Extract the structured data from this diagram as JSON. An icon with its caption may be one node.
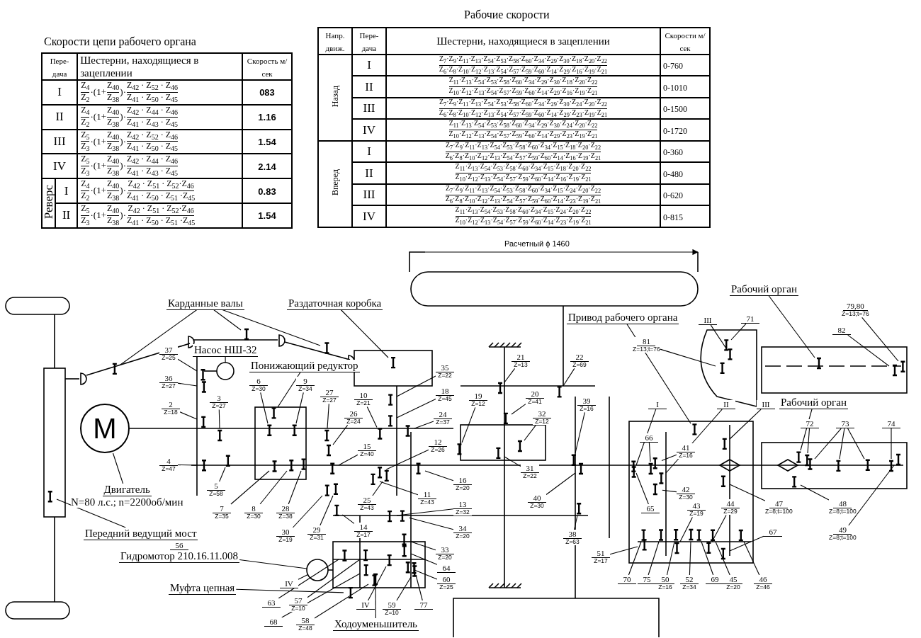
{
  "diagram": {
    "nodes": [
      {
        "text": [
          "Карданные валы"
        ]
      },
      {
        "text": [
          "Раздаточная коробка"
        ]
      },
      {
        "text": [
          "Насос НШ-32"
        ]
      },
      {
        "text": [
          "Понижающий редуктор"
        ]
      },
      {
        "text": [
          "M"
        ]
      },
      {
        "text": [
          "Двигатель",
          "N=80 л.с.; n=2200об/мин"
        ]
      },
      {
        "text": [
          "Передний ведущий мост"
        ]
      },
      {
        "text": [
          "56",
          "Гидромотор 210.16.11.008"
        ]
      },
      {
        "text": [
          "Муфта цепная"
        ]
      },
      {
        "text": [
          "Ходоуменьшитель"
        ]
      },
      {
        "text": [
          "Привод рабочего органа"
        ]
      },
      {
        "text": [
          "Рабочий орган"
        ]
      },
      {
        "text": [
          "Рабочий орган"
        ]
      },
      {
        "text": [
          "37",
          "Z=25"
        ]
      },
      {
        "text": [
          "36",
          "Z=27"
        ]
      },
      {
        "text": [
          "2",
          "Z=18"
        ]
      },
      {
        "text": [
          "3",
          "Z=27"
        ]
      },
      {
        "text": [
          "6",
          "Z=30"
        ]
      },
      {
        "text": [
          "9",
          "Z=34"
        ]
      },
      {
        "text": [
          "27",
          "Z=27"
        ]
      },
      {
        "text": [
          "10",
          "Z=21"
        ]
      },
      {
        "text": [
          "35",
          "Z=22"
        ]
      },
      {
        "text": [
          "18",
          "Z=45"
        ]
      },
      {
        "text": [
          "24",
          "Z=37"
        ]
      },
      {
        "text": [
          "26",
          "Z=24"
        ]
      },
      {
        "text": [
          "15",
          "Z=40"
        ]
      },
      {
        "text": [
          "12",
          "Z=26"
        ]
      },
      {
        "text": [
          "19",
          "Z=12"
        ]
      },
      {
        "text": [
          "21",
          "Z=13"
        ]
      },
      {
        "text": [
          "20",
          "Z=41"
        ]
      },
      {
        "text": [
          "22",
          "Z=69"
        ]
      },
      {
        "text": [
          "32",
          "Z=12"
        ]
      },
      {
        "text": [
          "31",
          "Z=22"
        ]
      },
      {
        "text": [
          "39",
          "Z=16"
        ]
      },
      {
        "text": [
          "4",
          "Z=47"
        ]
      },
      {
        "text": [
          "5",
          "Z=58"
        ]
      },
      {
        "text": [
          "16",
          "Z=20"
        ]
      },
      {
        "text": [
          "11",
          "Z=43"
        ]
      },
      {
        "text": [
          "25",
          "Z=43"
        ]
      },
      {
        "text": [
          "40",
          "Z=30"
        ]
      },
      {
        "text": [
          "7",
          "Z=35"
        ]
      },
      {
        "text": [
          "8",
          "Z=30"
        ]
      },
      {
        "text": [
          "28",
          "Z=38"
        ]
      },
      {
        "text": [
          "13",
          "Z=32"
        ]
      },
      {
        "text": [
          "30",
          "Z=19"
        ]
      },
      {
        "text": [
          "29",
          "Z=31"
        ]
      },
      {
        "text": [
          "14",
          "Z=17"
        ]
      },
      {
        "text": [
          "34",
          "Z=20"
        ]
      },
      {
        "text": [
          "38",
          "Z=63"
        ]
      },
      {
        "text": [
          "33",
          "Z=20"
        ]
      },
      {
        "text": [
          "64"
        ]
      },
      {
        "text": [
          "60",
          "Z=25"
        ]
      },
      {
        "text": [
          "51",
          "Z=17"
        ]
      },
      {
        "text": [
          "I"
        ]
      },
      {
        "text": [
          "II"
        ]
      },
      {
        "text": [
          "III"
        ]
      },
      {
        "text": [
          "66"
        ]
      },
      {
        "text": [
          "41",
          "Z=16"
        ]
      },
      {
        "text": [
          "42",
          "Z=30"
        ]
      },
      {
        "text": [
          "65"
        ]
      },
      {
        "text": [
          "43",
          "Z=19"
        ]
      },
      {
        "text": [
          "44",
          "Z=29"
        ]
      },
      {
        "text": [
          "67"
        ]
      },
      {
        "text": [
          "70"
        ]
      },
      {
        "text": [
          "75"
        ]
      },
      {
        "text": [
          "50",
          "Z=16"
        ]
      },
      {
        "text": [
          "52",
          "Z=34"
        ]
      },
      {
        "text": [
          "69"
        ]
      },
      {
        "text": [
          "45",
          "Z=20"
        ]
      },
      {
        "text": [
          "46",
          "Z=46"
        ]
      },
      {
        "text": [
          "47",
          "Z=8;t=100"
        ]
      },
      {
        "text": [
          "48",
          "Z=8;t=100"
        ]
      },
      {
        "text": [
          "49",
          "Z=8;t=100"
        ]
      },
      {
        "text": [
          "72"
        ]
      },
      {
        "text": [
          "73"
        ]
      },
      {
        "text": [
          "74"
        ]
      },
      {
        "text": [
          "III"
        ]
      },
      {
        "text": [
          "71"
        ]
      },
      {
        "text": [
          "81",
          "Z=13;t=76"
        ]
      },
      {
        "text": [
          "82"
        ]
      },
      {
        "text": [
          "79,80",
          "Z=13;t=76"
        ]
      },
      {
        "text": [
          "IV"
        ]
      },
      {
        "text": [
          "63"
        ]
      },
      {
        "text": [
          "57",
          "Z=10"
        ]
      },
      {
        "text": [
          "68"
        ]
      },
      {
        "text": [
          "58",
          "Z=48"
        ]
      },
      {
        "text": [
          "IV"
        ]
      },
      {
        "text": [
          "59",
          "Z=10"
        ]
      },
      {
        "text": [
          "77"
        ]
      },
      {
        "text": [],
        "shape": "circle"
      },
      {
        "text": [],
        "shape": "circle"
      }
    ],
    "edges": [
      {
        "from": 0,
        "to": null,
        "arrow": "none"
      },
      {
        "from": 0,
        "to": null,
        "arrow": "none"
      },
      {
        "from": 0,
        "to": null,
        "arrow": "none"
      },
      {
        "from": 1,
        "to": null,
        "arrow": "none"
      },
      {
        "from": 2,
        "to": 90,
        "arrow": "none"
      },
      {
        "from": 3,
        "to": null,
        "arrow": "none"
      },
      {
        "from": 5,
        "to": 4,
        "arrow": "none"
      },
      {
        "from": 6,
        "to": null,
        "arrow": "none"
      },
      {
        "from": 7,
        "to": 89,
        "arrow": "none"
      },
      {
        "from": 8,
        "to": null,
        "arrow": "none"
      },
      {
        "from": 9,
        "to": null,
        "arrow": "none"
      },
      {
        "from": 10,
        "to": null,
        "arrow": "none"
      },
      {
        "from": 11,
        "to": null,
        "arrow": "none"
      },
      {
        "from": 12,
        "to": null,
        "arrow": "none"
      },
      {
        "from": 13,
        "to": null,
        "arrow": "none"
      },
      {
        "from": 14,
        "to": null,
        "arrow": "none"
      },
      {
        "from": 15,
        "to": null,
        "arrow": "none"
      },
      {
        "from": 16,
        "to": null,
        "arrow": "none"
      },
      {
        "from": 17,
        "to": null,
        "arrow": "none"
      },
      {
        "from": 18,
        "to": null,
        "arrow": "none"
      },
      {
        "from": 19,
        "to": null,
        "arrow": "none"
      },
      {
        "from": 20,
        "to": null,
        "arrow": "none"
      },
      {
        "from": 21,
        "to": null,
        "arrow": "none"
      },
      {
        "from": 22,
        "to": null,
        "arrow": "none"
      },
      {
        "from": 23,
        "to": null,
        "arrow": "none"
      },
      {
        "from": 24,
        "to": null,
        "arrow": "none"
      },
      {
        "from": 25,
        "to": null,
        "arrow": "none"
      },
      {
        "from": 26,
        "to": null,
        "arrow": "none"
      },
      {
        "from": 27,
        "to": null,
        "arrow": "none"
      },
      {
        "from": 28,
        "to": null,
        "arrow": "none"
      },
      {
        "from": 29,
        "to": null,
        "arrow": "none"
      },
      {
        "from": 30,
        "to": null,
        "arrow": "none"
      },
      {
        "from": 31,
        "to": null,
        "arrow": "none"
      },
      {
        "from": 32,
        "to": null,
        "arrow": "none"
      },
      {
        "from": 33,
        "to": null,
        "arrow": "none"
      },
      {
        "from": 34,
        "to": null,
        "arrow": "none"
      },
      {
        "from": 35,
        "to": null,
        "arrow": "none"
      },
      {
        "from": 36,
        "to": null,
        "arrow": "none"
      },
      {
        "from": 37,
        "to": null,
        "arrow": "none"
      },
      {
        "from": 38,
        "to": null,
        "arrow": "none"
      },
      {
        "from": 39,
        "to": null,
        "arrow": "none"
      },
      {
        "from": 40,
        "to": null,
        "arrow": "none"
      },
      {
        "from": 41,
        "to": null,
        "arrow": "none"
      },
      {
        "from": 42,
        "to": null,
        "arrow": "none"
      },
      {
        "from": 43,
        "to": null,
        "arrow": "none"
      },
      {
        "from": 44,
        "to": null,
        "arrow": "none"
      },
      {
        "from": 45,
        "to": null,
        "arrow": "none"
      },
      {
        "from": 46,
        "to": null,
        "arrow": "none"
      },
      {
        "from": 47,
        "to": null,
        "arrow": "none"
      },
      {
        "from": 48,
        "to": null,
        "arrow": "none"
      },
      {
        "from": 49,
        "to": null,
        "arrow": "none"
      },
      {
        "from": 50,
        "to": null,
        "arrow": "none"
      },
      {
        "from": 51,
        "to": null,
        "arrow": "none"
      },
      {
        "from": 52,
        "to": null,
        "arrow": "none"
      },
      {
        "from": 53,
        "to": null,
        "arrow": "none"
      },
      {
        "from": 54,
        "to": null,
        "arrow": "none"
      },
      {
        "from": 55,
        "to": null,
        "arrow": "none"
      },
      {
        "from": 56,
        "to": null,
        "arrow": "none"
      },
      {
        "from": 57,
        "to": null,
        "arrow": "none"
      },
      {
        "from": 58,
        "to": null,
        "arrow": "none"
      },
      {
        "from": 59,
        "to": null,
        "arrow": "none"
      },
      {
        "from": 60,
        "to": null,
        "arrow": "none"
      },
      {
        "from": 61,
        "to": null,
        "arrow": "none"
      },
      {
        "from": 62,
        "to": null,
        "arrow": "none"
      },
      {
        "from": 63,
        "to": null,
        "arrow": "none"
      },
      {
        "from": 64,
        "to": null,
        "arrow": "none"
      },
      {
        "from": 65,
        "to": null,
        "arrow": "none"
      },
      {
        "from": 66,
        "to": null,
        "arrow": "none"
      },
      {
        "from": 67,
        "to": null,
        "arrow": "none"
      },
      {
        "from": 68,
        "to": null,
        "arrow": "none"
      },
      {
        "from": 69,
        "to": null,
        "arrow": "none"
      },
      {
        "from": 70,
        "to": null,
        "arrow": "none"
      },
      {
        "from": 71,
        "to": null,
        "arrow": "none"
      },
      {
        "from": 72,
        "to": null,
        "arrow": "none"
      },
      {
        "from": 73,
        "to": null,
        "arrow": "none"
      },
      {
        "from": 74,
        "to": null,
        "arrow": "none"
      },
      {
        "from": 74,
        "to": null,
        "arrow": "none"
      },
      {
        "from": 74,
        "to": null,
        "arrow": "none"
      },
      {
        "from": 75,
        "to": null,
        "arrow": "none"
      },
      {
        "from": 76,
        "to": null,
        "arrow": "none"
      },
      {
        "from": 77,
        "to": null,
        "arrow": "none"
      },
      {
        "from": 78,
        "to": null,
        "arrow": "none"
      },
      {
        "from": 79,
        "to": null,
        "arrow": "none"
      },
      {
        "from": 80,
        "to": null,
        "arrow": "none"
      },
      {
        "from": 81,
        "to": 89,
        "arrow": "none"
      },
      {
        "from": 82,
        "to": null,
        "arrow": "none"
      },
      {
        "from": 83,
        "to": null,
        "arrow": "none"
      },
      {
        "from": 84,
        "to": null,
        "arrow": "none"
      },
      {
        "from": 85,
        "to": null,
        "arrow": "none"
      },
      {
        "from": 86,
        "to": null,
        "arrow": "none"
      },
      {
        "from": 87,
        "to": null,
        "arrow": "none"
      },
      {
        "from": 88,
        "to": null,
        "arrow": "none"
      }
    ],
    "labels": [
      "Скорости цепи рабочего органа",
      "Пере-дача",
      "Шестерни, находящиеся в зацеплении",
      "Скорость м/сек",
      "I",
      "Z$_{4}$",
      "Z$_{2}$",
      "·(1+",
      "Z$_{40}$",
      "Z$_{38}$",
      ")·",
      "Z$_{42}$ · Z$_{52}$ · Z$_{46}$",
      "Z$_{41}$ · Z$_{50}$ · Z$_{45}$",
      "083",
      "II",
      "Z$_{4}$",
      "Z$_{2}$",
      "·(1+",
      "Z$_{40}$",
      "Z$_{38}$",
      ")·",
      "Z$_{42}$ · Z$_{44}$ · Z$_{46}$",
      "Z$_{41}$ · Z$_{43}$ · Z$_{45}$",
      "1.16",
      "III",
      "Z$_{5}$",
      "Z$_{3}$",
      "·(1+",
      "Z$_{40}$",
      "Z$_{38}$",
      ")·",
      "Z$_{42}$ · Z$_{52}$ · Z$_{46}$",
      "Z$_{41}$ · Z$_{50}$ · Z$_{45}$",
      "1.54",
      "IV",
      "Z$_{5}$",
      "Z$_{3}$",
      "·(1+",
      "Z$_{40}$",
      "Z$_{38}$",
      ")·",
      "Z$_{42}$ · Z$_{44}$ · Z$_{46}$",
      "Z$_{41}$ · Z$_{43}$ · Z$_{45}$",
      "2.14",
      "Реверс",
      "I",
      "Z$_{4}$",
      "Z$_{2}$",
      "·(1+",
      "Z$_{40}$",
      "Z$_{38}$",
      ")·",
      "Z$_{42}$ · Z$_{51}$ · Z$_{52}$·Z$_{46}$",
      "Z$_{41}$ · Z$_{50}$ · Z$_{51}$ ·Z$_{45}$",
      "0.83",
      "II",
      "Z$_{5}$",
      "Z$_{3}$",
      "·(1+",
      "Z$_{40}$",
      "Z$_{38}$",
      ")·",
      "Z$_{42}$ · Z$_{51}$ · Z$_{52}$·Z$_{46}$",
      "Z$_{41}$ · Z$_{50}$ · Z$_{51}$ ·Z$_{45}$",
      "1.54",
      "Рабочие скорости",
      "Напр. движ.",
      "Пере-дача",
      "Шестерни, находящиеся в зацеплении",
      "Скорости м/сек",
      "Назад",
      "I",
      "Z$_{7}$·Z$_{9}$·Z$_{11}$·Z$_{13}$·Z$_{54}$·Z$_{53}$·Z$_{58}$·Z$_{60}$·Z$_{34}$·Z$_{29}$·Z$_{30}$·Z$_{18}$·Z$_{20}$·Z$_{22}$",
      "Z$_{6}$·Z$_{8}$·Z$_{10}$·Z$_{12}$·Z$_{13}$·Z$_{54}$·Z$_{57}$·Z$_{59}$·Z$_{60}$·Z$_{14}$·Z$_{29}$·Z$_{16}$·Z$_{19}$·Z$_{21}$",
      "0-760",
      "II",
      "Z$_{11}$·Z$_{13}$·Z$_{54}$·Z$_{53}$·Z$_{58}$·Z$_{60}$·Z$_{34}$·Z$_{29}$·Z$_{30}$·Z$_{18}$·Z$_{20}$·Z$_{22}$",
      "Z$_{10}$·Z$_{12}$·Z$_{13}$·Z$_{54}$·Z$_{57}$·Z$_{59}$·Z$_{60}$·Z$_{14}$·Z$_{29}$·Z$_{16}$·Z$_{19}$·Z$_{21}$",
      "0-1010",
      "III",
      "Z$_{7}$·Z$_{9}$·Z$_{11}$·Z$_{13}$·Z$_{54}$·Z$_{53}$·Z$_{58}$·Z$_{60}$·Z$_{34}$·Z$_{29}$·Z$_{30}$·Z$_{24}$·Z$_{20}$·Z$_{22}$",
      "Z$_{6}$·Z$_{8}$·Z$_{10}$·Z$_{12}$·Z$_{13}$·Z$_{54}$·Z$_{57}$·Z$_{59}$·Z$_{60}$·Z$_{14}$·Z$_{29}$·Z$_{23}$·Z$_{19}$·Z$_{21}$",
      "0-1500",
      "IV",
      "Z$_{11}$·Z$_{13}$·Z$_{54}$·Z$_{53}$·Z$_{58}$·Z$_{60}$·Z$_{34}$·Z$_{29}$·Z$_{30}$·Z$_{24}$·Z$_{20}$·Z$_{22}$",
      "Z$_{10}$·Z$_{12}$·Z$_{13}$·Z$_{54}$·Z$_{57}$·Z$_{59}$·Z$_{60}$·Z$_{14}$·Z$_{29}$·Z$_{23}$·Z$_{19}$·Z$_{21}$",
      "0-1720",
      "Вперед",
      "I",
      "Z$_{7}$·Z$_{9}$·Z$_{11}$·Z$_{13}$·Z$_{54}$·Z$_{53}$·Z$_{58}$·Z$_{60}$·Z$_{34}$·Z$_{15}$·Z$_{18}$·Z$_{20}$·Z$_{22}$",
      "Z$_{6}$·Z$_{8}$·Z$_{10}$·Z$_{12}$·Z$_{13}$·Z$_{54}$·Z$_{57}$·Z$_{59}$·Z$_{60}$·Z$_{14}$·Z$_{16}$·Z$_{19}$·Z$_{21}$",
      "0-360",
      "II",
      "Z$_{11}$·Z$_{13}$·Z$_{54}$·Z$_{53}$·Z$_{58}$·Z$_{60}$·Z$_{34}$·Z$_{15}$·Z$_{18}$·Z$_{20}$·Z$_{22}$",
      "Z$_{10}$·Z$_{12}$·Z$_{13}$·Z$_{54}$·Z$_{57}$·Z$_{59}$·Z$_{60}$·Z$_{14}$·Z$_{16}$·Z$_{19}$·Z$_{21}$",
      "0-480",
      "III",
      "Z$_{7}$·Z$_{9}$·Z$_{11}$·Z$_{13}$·Z$_{54}$·Z$_{53}$·Z$_{58}$·Z$_{60}$·Z$_{34}$·Z$_{15}$·Z$_{24}$·Z$_{20}$·Z$_{22}$",
      "Z$_{6}$·Z$_{8}$·Z$_{10}$·Z$_{12}$·Z$_{13}$·Z$_{54}$·Z$_{57}$·Z$_{59}$·Z$_{60}$·Z$_{14}$·Z$_{23}$·Z$_{19}$·Z$_{21}$",
      "0-620",
      "IV",
      "Z$_{11}$·Z$_{13}$·Z$_{54}$·Z$_{53}$·Z$_{58}$·Z$_{60}$·Z$_{34}$·Z$_{15}$·Z$_{24}$·Z$_{20}$·Z$_{22}$",
      "Z$_{10}$·Z$_{12}$·Z$_{13}$·Z$_{54}$·Z$_{57}$·Z$_{59}$·Z$_{60}$·Z$_{14}$·Z$_{23}$·Z$_{19}$·Z$_{21}$",
      "0-815",
      "Расчетный ϕ 1460"
    ]
  }
}
